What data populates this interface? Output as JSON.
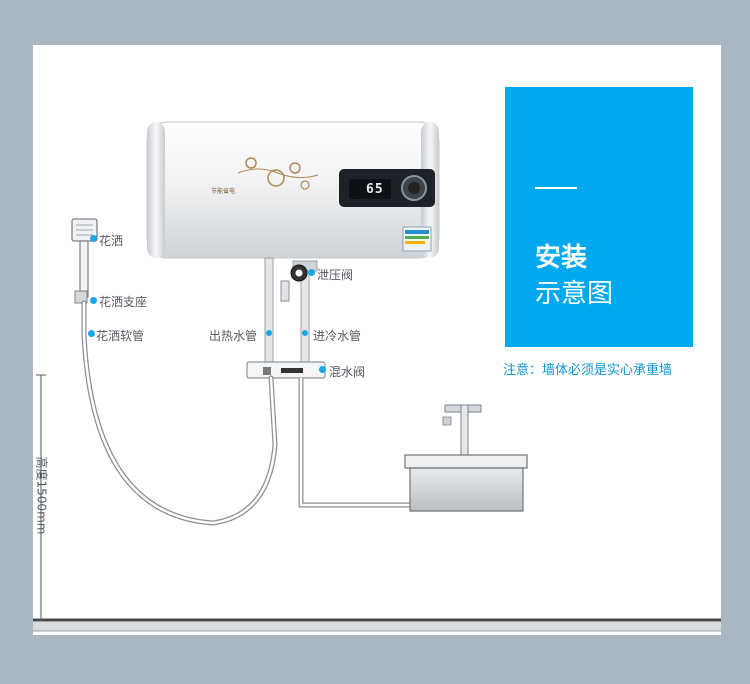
{
  "title": {
    "main": "安装",
    "sub": "示意图"
  },
  "note": "注意：墙体必须是实心承重墙",
  "height_label": "高度1500mm",
  "display_temp": "65",
  "brand_text": "节能省电",
  "labels": {
    "shower_head": "花洒",
    "shower_holder": "花洒支座",
    "shower_hose": "花洒软管",
    "hot_pipe": "出热水管",
    "cold_pipe": "进冷水管",
    "relief_valve": "泄压阀",
    "mixing_valve": "混水阀"
  },
  "colors": {
    "frame": "#a9b8c3",
    "accent": "#00a9ee",
    "note": "#0f95d6",
    "marker": "#1aa7e8",
    "pipe": "#8a8f95"
  }
}
